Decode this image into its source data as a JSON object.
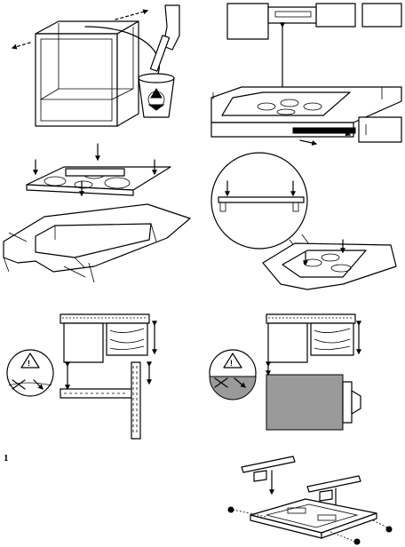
{
  "page": {
    "step_number": "1",
    "sections": [
      {
        "id": "remove-cabinet-rails",
        "icon": "recycle-icon"
      },
      {
        "id": "hood-distance",
        "icon": "arrow-icon"
      },
      {
        "id": "insert-hob-in-cutout",
        "icon": "arrow-down-icon"
      },
      {
        "id": "clip-detail",
        "icon": "magnifier-icon"
      },
      {
        "id": "wood-worktop-clearance",
        "icon": "warning-icon"
      },
      {
        "id": "drawer-clearance",
        "icon": "warning-icon"
      },
      {
        "id": "mounting-brackets",
        "icon": "screw-icon"
      }
    ]
  }
}
